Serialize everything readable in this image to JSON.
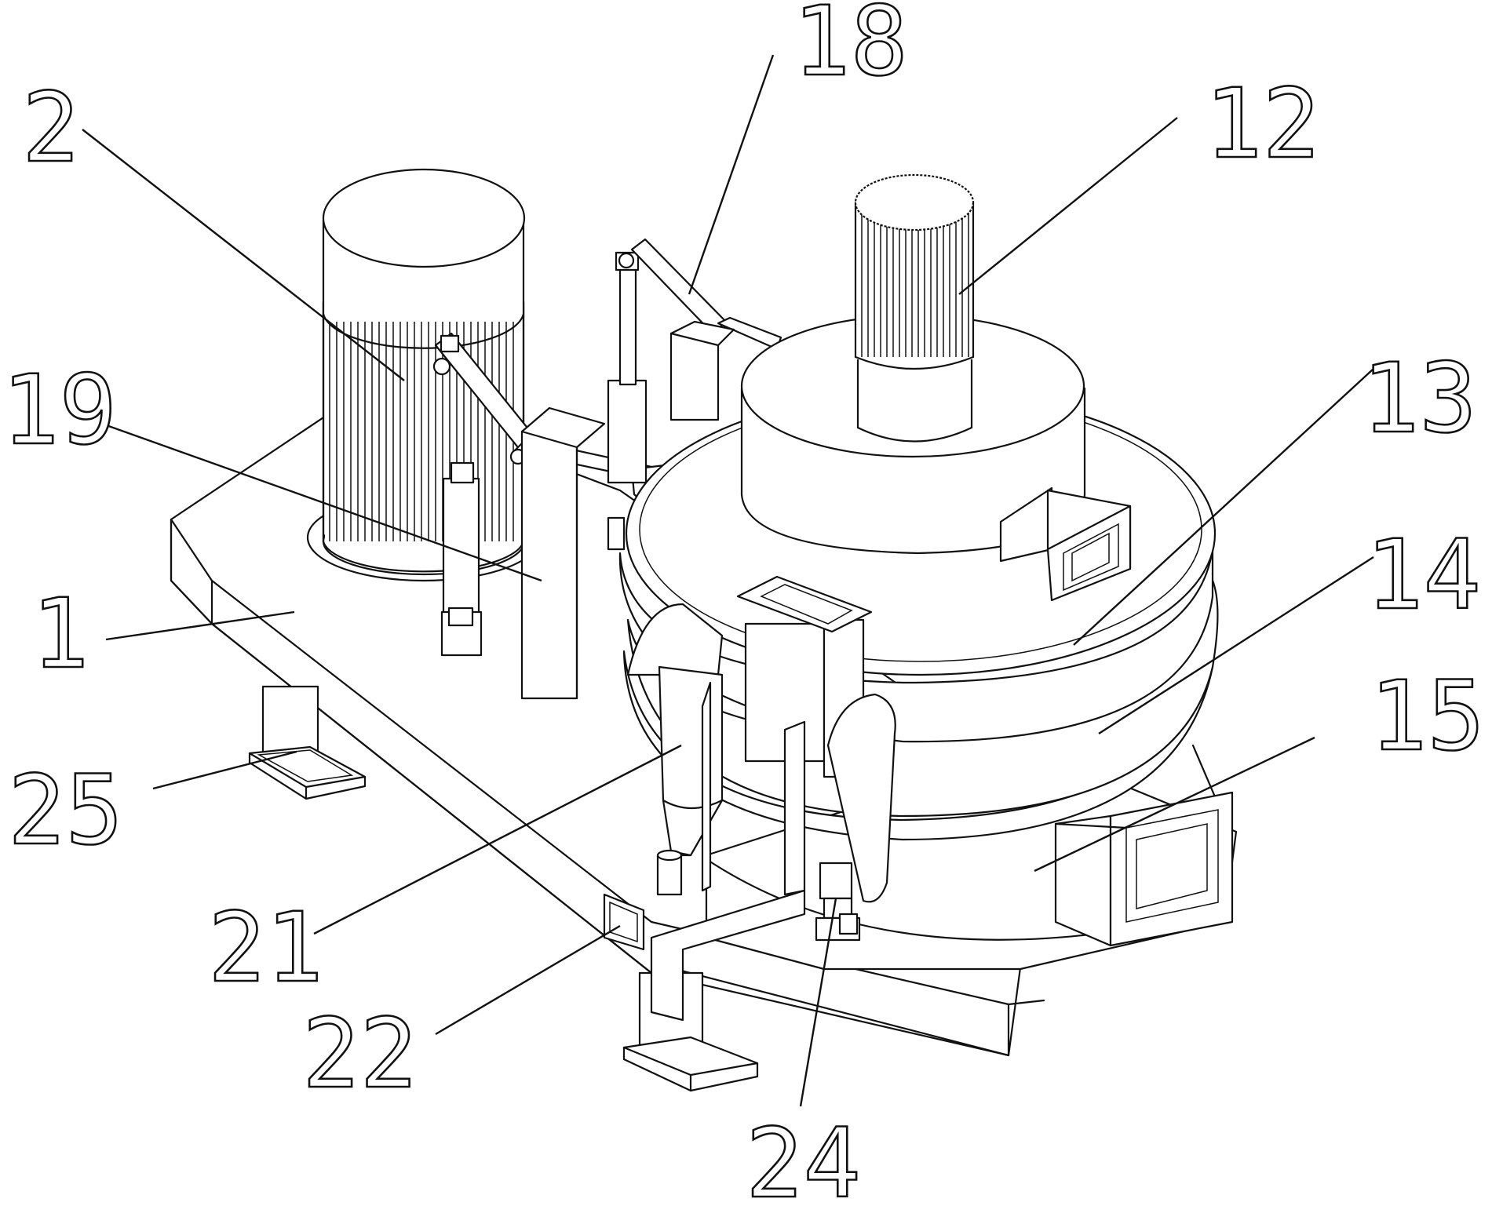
{
  "labels": {
    "l1": "1",
    "l2": "2",
    "l12": "12",
    "l13": "13",
    "l14": "14",
    "l15": "15",
    "l18": "18",
    "l19": "19",
    "l21": "21",
    "l22": "22",
    "l24": "24",
    "l25": "25"
  }
}
